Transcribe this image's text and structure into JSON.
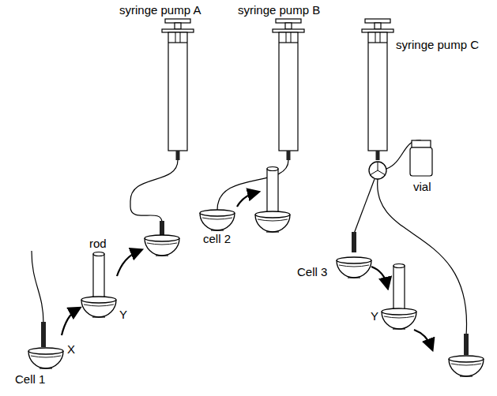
{
  "diagram": {
    "labels": [
      "syringe pump A",
      "syringe pump B",
      "syringe pump C",
      "rod",
      "vial",
      "cell 2",
      "Cell 3",
      "Y",
      "X",
      "Y",
      "Cell 1"
    ]
  }
}
